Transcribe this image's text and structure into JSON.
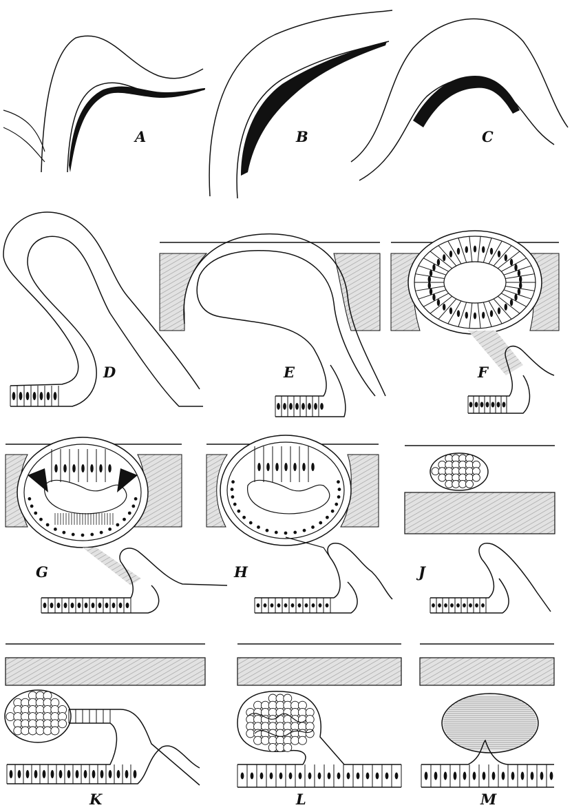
{
  "figure": {
    "ink_color": "#111111",
    "paper_color": "#ffffff",
    "tissue_fill": "#e6e6e6",
    "panels": [
      {
        "id": "A",
        "label": "A"
      },
      {
        "id": "B",
        "label": "B"
      },
      {
        "id": "C",
        "label": "C"
      },
      {
        "id": "D",
        "label": "D"
      },
      {
        "id": "E",
        "label": "E"
      },
      {
        "id": "F",
        "label": "F"
      },
      {
        "id": "G",
        "label": "G"
      },
      {
        "id": "H",
        "label": "H"
      },
      {
        "id": "J",
        "label": "J"
      },
      {
        "id": "K",
        "label": "K"
      },
      {
        "id": "L",
        "label": "L"
      },
      {
        "id": "M",
        "label": "M"
      }
    ]
  }
}
